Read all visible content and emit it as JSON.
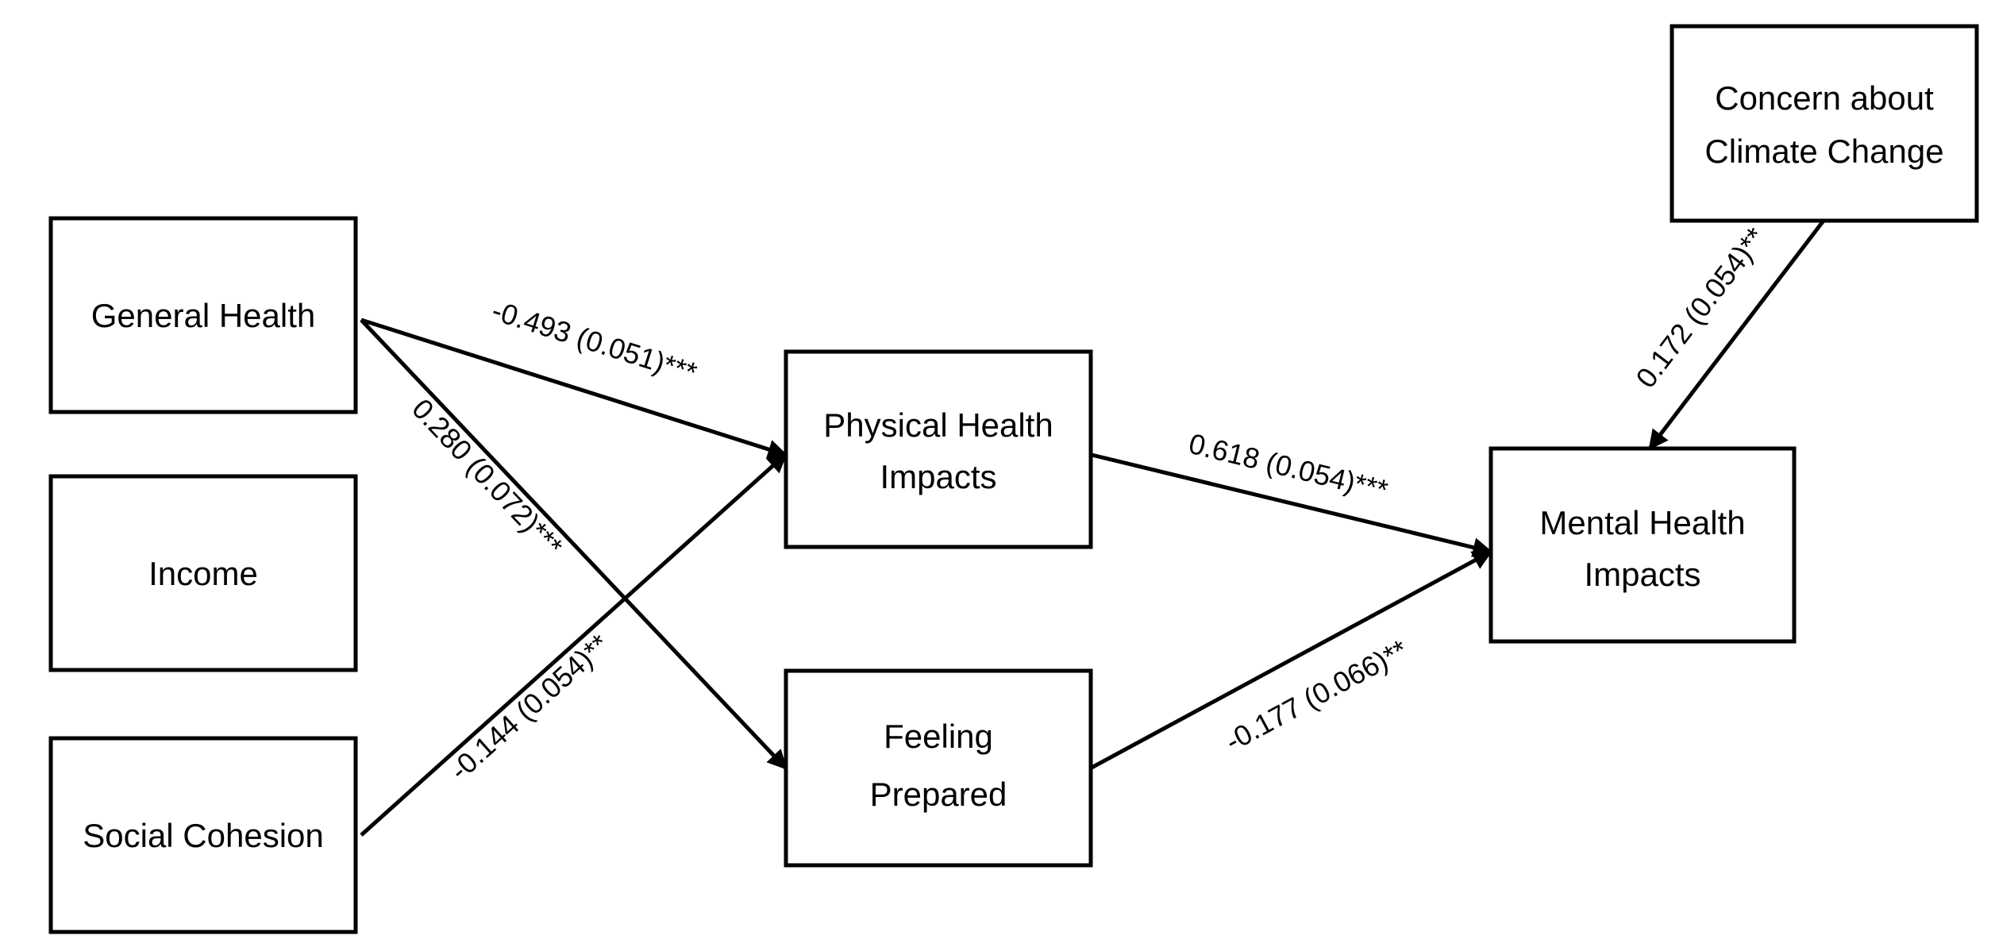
{
  "diagram": {
    "nodes": {
      "general_health": {
        "lines": [
          "General Health"
        ]
      },
      "income": {
        "lines": [
          "Income"
        ]
      },
      "social_cohesion": {
        "lines": [
          "Social Cohesion"
        ]
      },
      "physical_health_impacts": {
        "lines": [
          "Physical Health",
          "Impacts"
        ]
      },
      "feeling_prepared": {
        "lines": [
          "Feeling",
          "Prepared"
        ]
      },
      "mental_health_impacts": {
        "lines": [
          "Mental Health",
          "Impacts"
        ]
      },
      "concern_climate_change": {
        "lines": [
          "Concern about",
          "Climate Change"
        ]
      }
    },
    "edges": {
      "gh_to_phi": {
        "label": "-0.493 (0.051)***"
      },
      "gh_to_fp": {
        "label": "0.280 (0.072)***"
      },
      "sc_to_phi": {
        "label": "-0.144 (0.054)**"
      },
      "phi_to_mhi": {
        "label": "0.618 (0.054)***"
      },
      "fp_to_mhi": {
        "label": "-0.177 (0.066)**"
      },
      "ccc_to_mhi": {
        "label": "0.172 (0.054)**"
      }
    }
  }
}
